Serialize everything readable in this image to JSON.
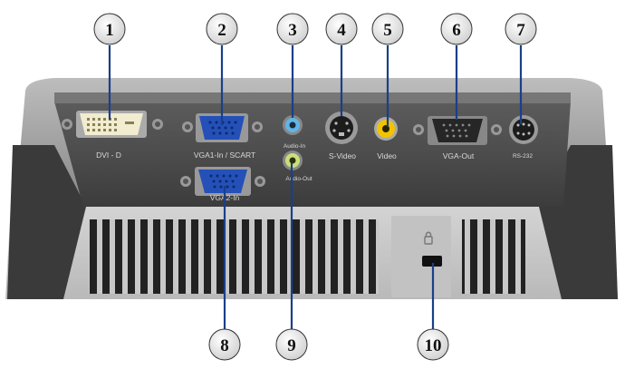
{
  "callouts": [
    "1",
    "2",
    "3",
    "4",
    "5",
    "6",
    "7",
    "8",
    "9",
    "10"
  ],
  "ports": {
    "dvi": "DVI - D",
    "vga1": "VGA1-In / SCART",
    "audio_in": "Audio-In",
    "svideo": "S-Video",
    "video": "Video",
    "vga_out": "VGA-Out",
    "rs232": "RS-232",
    "vga2": "VGA2-In",
    "audio_out": "Audio-Out"
  },
  "colors": {
    "leader_line": "#1a3f8a",
    "callout_fill": "#e6e6e6",
    "panel": "#4f4f4f",
    "body": "#8c8c8c",
    "vga_blue": "#2450b8",
    "audio_in_blue": "#5fb6e6",
    "audio_out_green": "#c9e07a",
    "video_yellow": "#f2c400",
    "dvi_cream": "#f2ecd0"
  },
  "icons": [
    "kensington-lock-icon"
  ]
}
